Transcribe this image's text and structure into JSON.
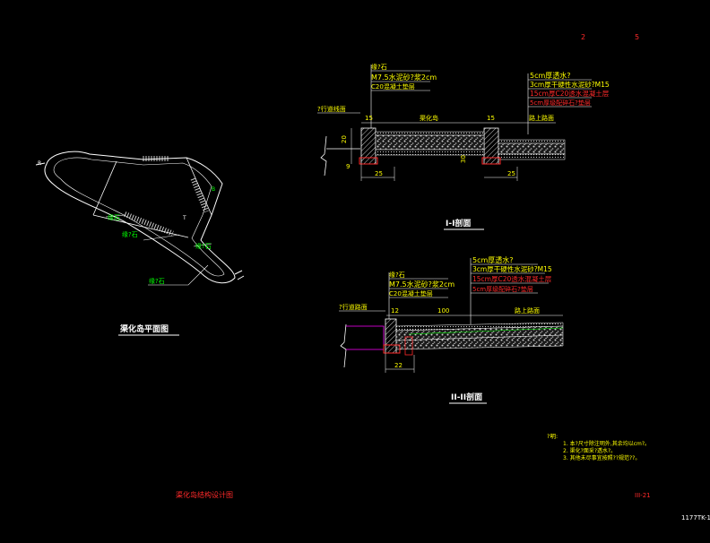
{
  "colors": {
    "background": "#000000",
    "line_white": "#ffffff",
    "text_yellow": "#ffff00",
    "text_green": "#00ff00",
    "text_red": "#ff2a2a",
    "text_magenta": "#ff00ff",
    "aggregate": "#bdbdbd"
  },
  "header": {
    "marker_left": "2",
    "marker_right": "5"
  },
  "plan": {
    "title": "渠化岛平面图",
    "label_lane": "缘石",
    "label_kerb1": "缘?石",
    "label_kerb2": "缘?石",
    "label_kerb3": "缘?石",
    "label_b": "B",
    "label_r": "R",
    "label_t": "T"
  },
  "section1": {
    "title": "I-I剖面",
    "kerb_label": "缘?石",
    "mortar": "M7.5水泥砂?浆2cm",
    "c20": "C20混凝土垫层",
    "road_edge": "?行道线面",
    "layers": [
      "5cm厚透水?",
      "3cm厚干硬性水泥砂?M15",
      "15cm厚C20透水混凝土层",
      "5cm厚级配碎石?垫层"
    ],
    "dim_15a": "15",
    "dim_center": "渠化岛",
    "dim_15b": "15",
    "dim_road": "路上路面",
    "dim_20": "20",
    "dim_9": "9",
    "dim_25a": "25",
    "dim_30": "30",
    "dim_25b": "25"
  },
  "section2": {
    "title": "II-II剖面",
    "kerb_label": "缘?石",
    "mortar": "M7.5水泥砂?浆2cm",
    "c20": "C20混凝土垫层",
    "road_edge": "?行道路面",
    "layers": [
      "5cm厚透水?",
      "3cm厚干硬性水泥砂?M15",
      "15cm厚C20透水混凝土层",
      "5cm厚级配碎石?垫层"
    ],
    "dim_12": "12",
    "dim_100": "100",
    "dim_road": "路上路面",
    "dim_22": "22"
  },
  "notes": {
    "heading": "?明:",
    "items": [
      "1. 本?尺寸除注明外,其余均以cm?。",
      "2. 渠化?面采?透水?。",
      "3. 其他未尽事宜按照??规范??。"
    ]
  },
  "footer": {
    "drawing_title": "渠化岛结构设计图",
    "sheet_no": "III-21",
    "code": "1177TK-1"
  }
}
